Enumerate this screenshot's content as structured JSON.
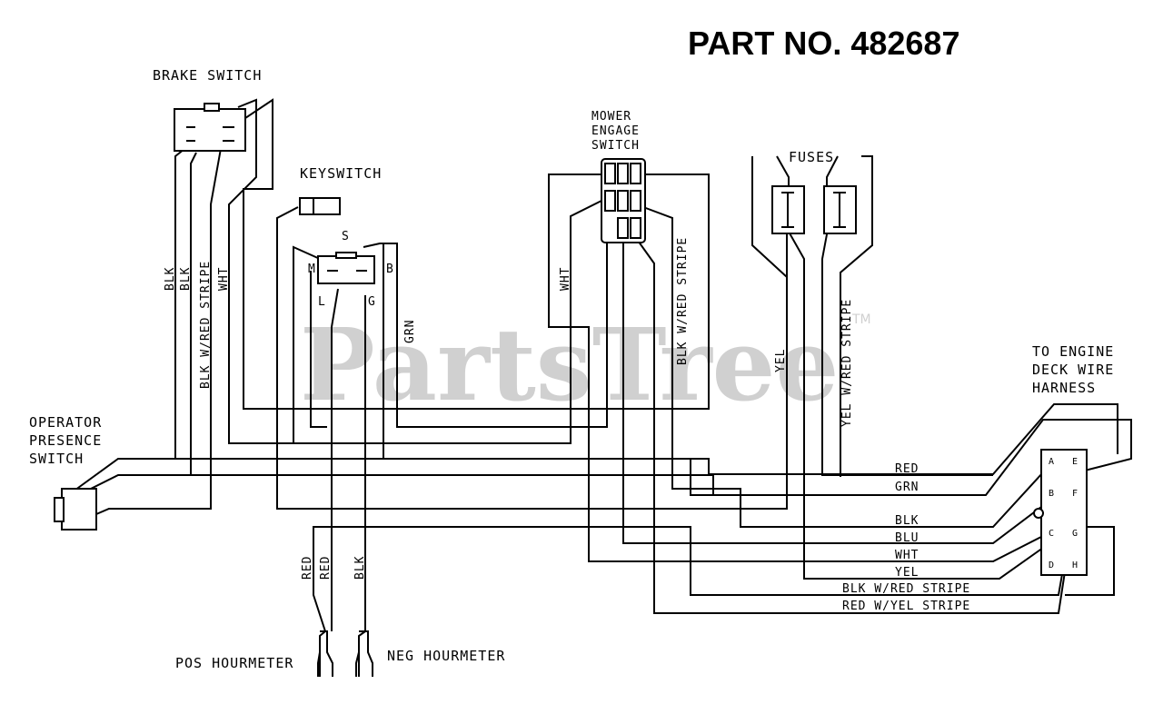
{
  "title": "PART NO. 482687",
  "watermark": {
    "text": "PartsTree",
    "mark": "TM"
  },
  "components": {
    "brake_switch": "BRAKE SWITCH",
    "keyswitch": "KEYSWITCH",
    "mower_engage_switch": [
      "MOWER",
      "ENGAGE",
      "SWITCH"
    ],
    "fuses": "FUSES",
    "operator_presence_switch": [
      "OPERATOR",
      "PRESENCE",
      "SWITCH"
    ],
    "engine_harness": [
      "TO ENGINE",
      "DECK WIRE",
      "HARNESS"
    ],
    "pos_hourmeter": "POS HOURMETER",
    "neg_hourmeter": "NEG HOURMETER"
  },
  "keyswitch_terminals": {
    "s": "S",
    "m": "M",
    "b": "B",
    "l": "L",
    "g": "G"
  },
  "connector_pins": {
    "a": "A",
    "b": "B",
    "c": "C",
    "d": "D",
    "e": "E",
    "f": "F",
    "g": "G",
    "h": "H"
  },
  "vertical_wire_labels": {
    "blk1": "BLK",
    "blk2": "BLK",
    "blk_red1": "BLK W/RED STRIPE",
    "wht1": "WHT",
    "grn": "GRN",
    "wht2": "WHT",
    "blk_red2": "BLK W/RED STRIPE",
    "yel": "YEL",
    "yel_red": "YEL W/RED STRIPE",
    "red1": "RED",
    "red2": "RED",
    "blk3": "BLK"
  },
  "harness_wire_labels": [
    "RED",
    "GRN",
    "BLK",
    "BLU",
    "WHT",
    "YEL",
    "BLK W/RED STRIPE",
    "RED W/YEL STRIPE"
  ]
}
